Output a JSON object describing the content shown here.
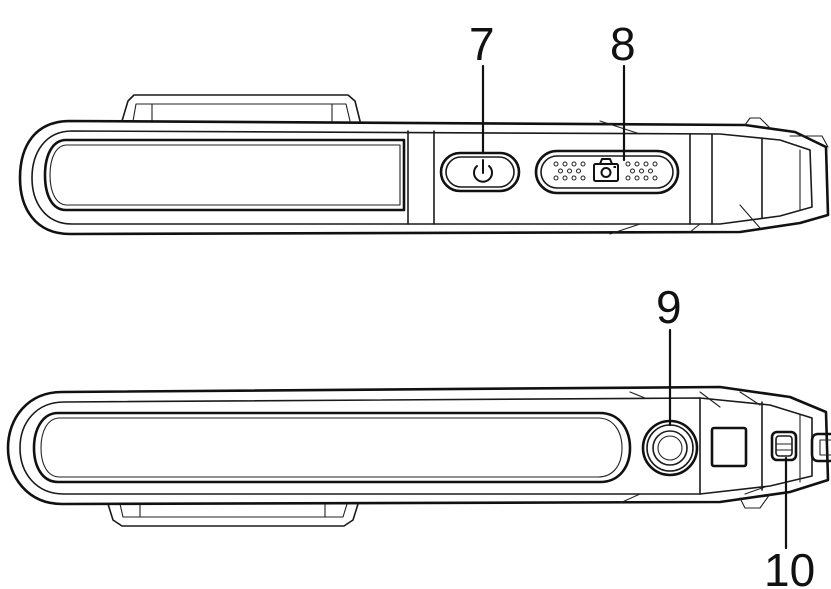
{
  "callouts": {
    "c7": "7",
    "c8": "8",
    "c9": "9",
    "c10": "10"
  },
  "icons": {
    "power": "power-icon",
    "camera": "camera-icon"
  }
}
